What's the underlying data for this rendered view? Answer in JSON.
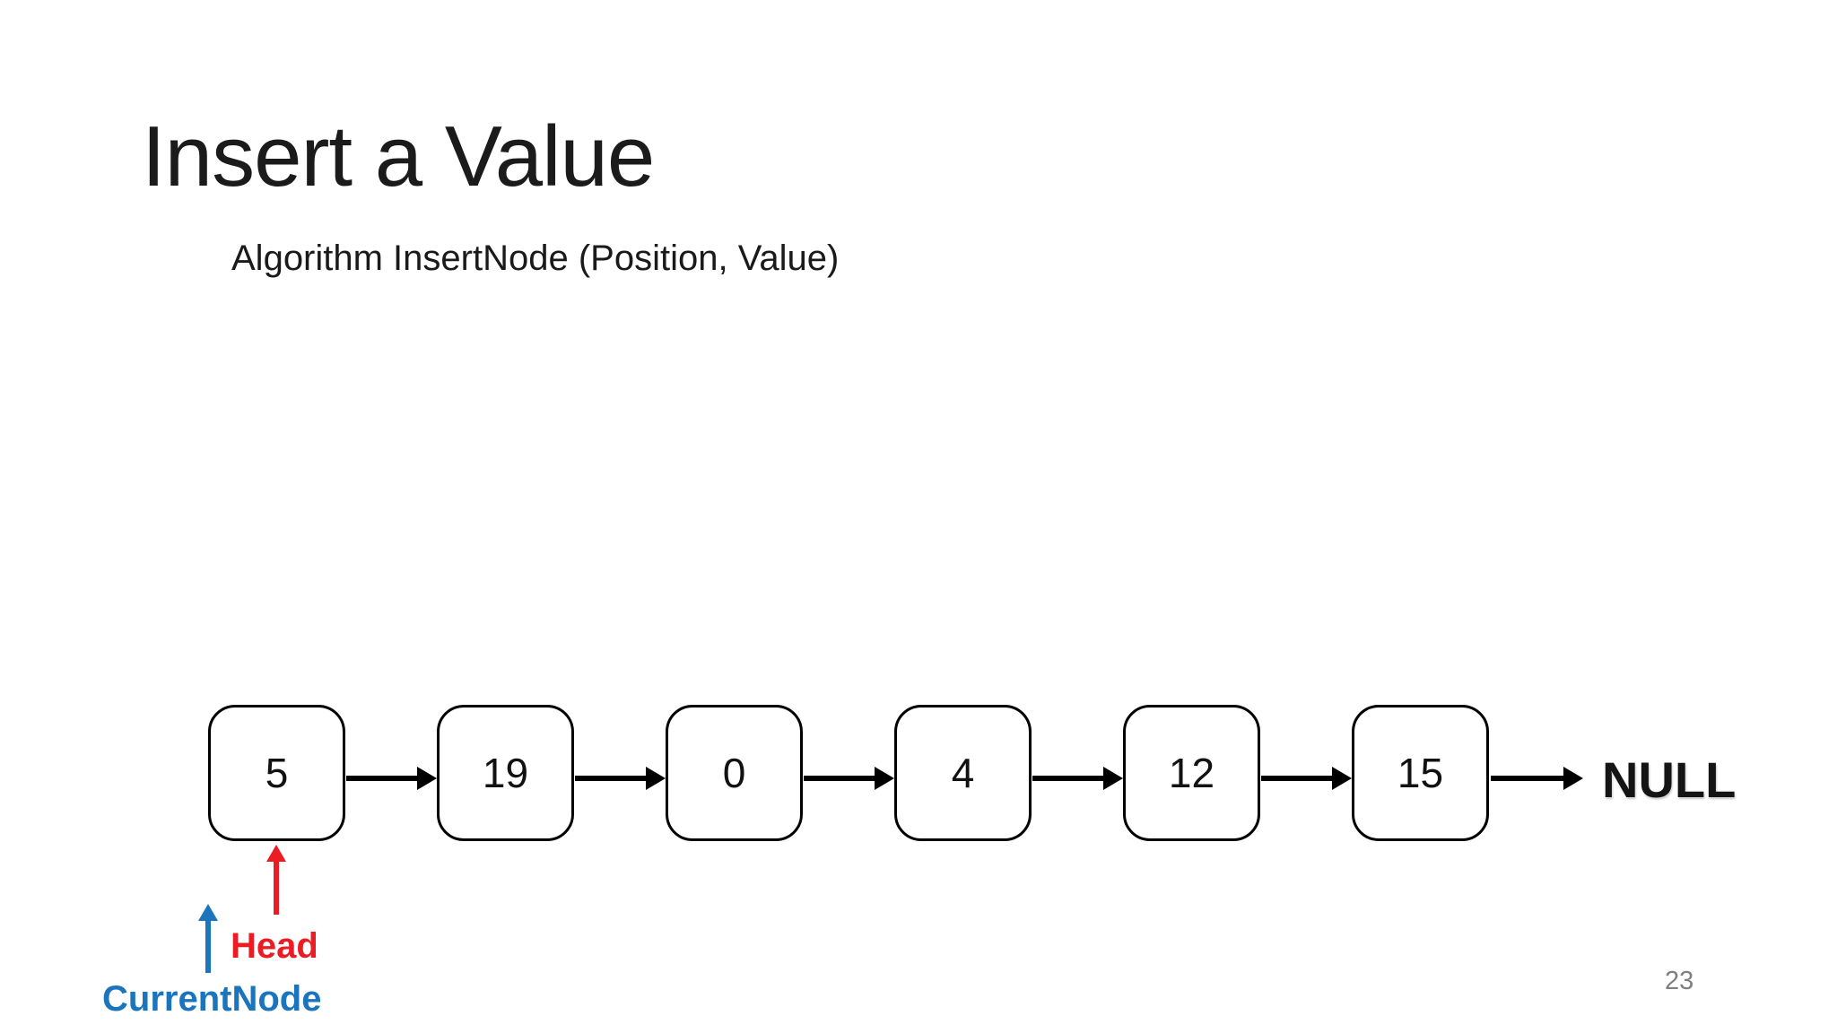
{
  "slide": {
    "title": "Insert a Value",
    "subtitle": "Algorithm InsertNode (Position, Value)",
    "page_number": "23"
  },
  "diagram": {
    "type": "singly-linked-list",
    "nodes": [
      "5",
      "19",
      "0",
      "4",
      "12",
      "15"
    ],
    "terminator": "NULL",
    "pointers": [
      {
        "label": "Head",
        "color": "#ec1c24"
      },
      {
        "label": "CurrentNode",
        "color": "#1b75bc"
      }
    ]
  },
  "colors": {
    "head_red": "#ec1c24",
    "current_blue": "#1b75bc",
    "node_border": "#000000",
    "page_number_gray": "#7f7f7f"
  }
}
